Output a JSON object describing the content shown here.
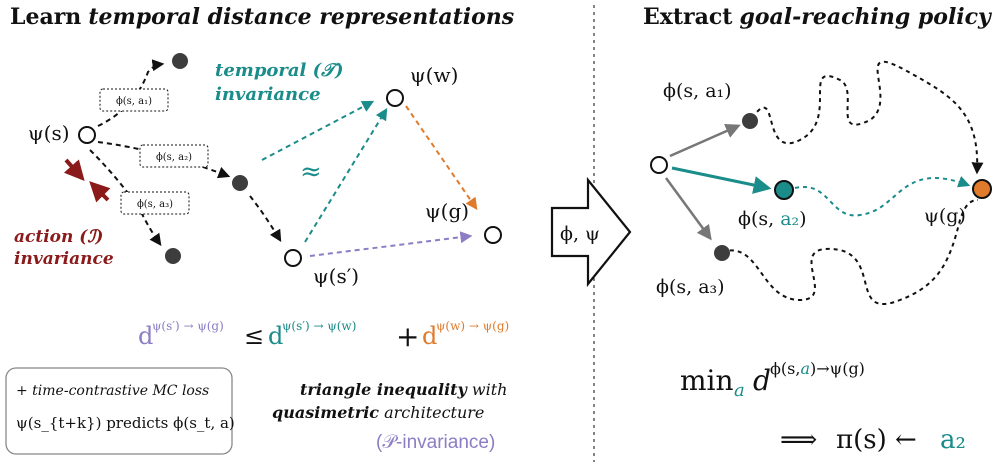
{
  "left_title": {
    "bold": "Learn",
    "italic": "temporal distance representations"
  },
  "right_title": {
    "bold": "Extract",
    "italic": "goal-reaching policy"
  },
  "labels": {
    "psi_s": "ψ(s)",
    "psi_w": "ψ(w)",
    "psi_g": "ψ(g)",
    "psi_s_prime": "ψ(s′)",
    "phi_a1": "ϕ(s, a₁)",
    "phi_a2": "ϕ(s, a₂)",
    "phi_a3": "ϕ(s, a₃)",
    "approx": "≈"
  },
  "temporal_invariance": {
    "line1": "temporal (𝒯)",
    "line2": "invariance"
  },
  "action_invariance": {
    "line1": "action (ℐ)",
    "line2": "invariance"
  },
  "inequality": {
    "lhs_d": "d",
    "lhs_sup": "ψ(s′) → ψ(g)",
    "leq": "≤",
    "mid_d": "d",
    "mid_sup": "ψ(s′) → ψ(w)",
    "plus": "+",
    "rhs_d": "d",
    "rhs_sup": "ψ(w) → ψ(g)"
  },
  "loss_box": {
    "line1": "+ time-contrastive MC loss",
    "line2": "ψ(s_{t+k}) predicts ϕ(s_t, a)"
  },
  "triangle": {
    "bold1": "triangle inequality",
    "rest1": " with",
    "bold2": "quasimetric",
    "rest2": " architecture",
    "pinv": "(𝒫-invariance)"
  },
  "arrow_label": "ϕ, ψ",
  "right_labels": {
    "phi_a1": "ϕ(s, a₁)",
    "phi_a2_prefix": "ϕ(s, ",
    "phi_a2_a": "a₂",
    "phi_a2_suffix": ")",
    "phi_a3": "ϕ(s, a₃)",
    "psi_g": "ψ(g)"
  },
  "policy": {
    "min": "min",
    "min_sub": "a",
    "d": "d",
    "sup_prefix": "ϕ(s,",
    "sup_a": "a",
    "sup_suffix": ")→ψ(g)",
    "implies": "⟹",
    "pi": "π(s) ←",
    "a2": "a₂"
  },
  "colors": {
    "teal": "#1a8c8a",
    "dark_red": "#8b1a1a",
    "purple": "#8c7dc4",
    "orange": "#e07b2c",
    "gray_dot": "#3d3d3d",
    "gray_arrow": "#777777"
  }
}
